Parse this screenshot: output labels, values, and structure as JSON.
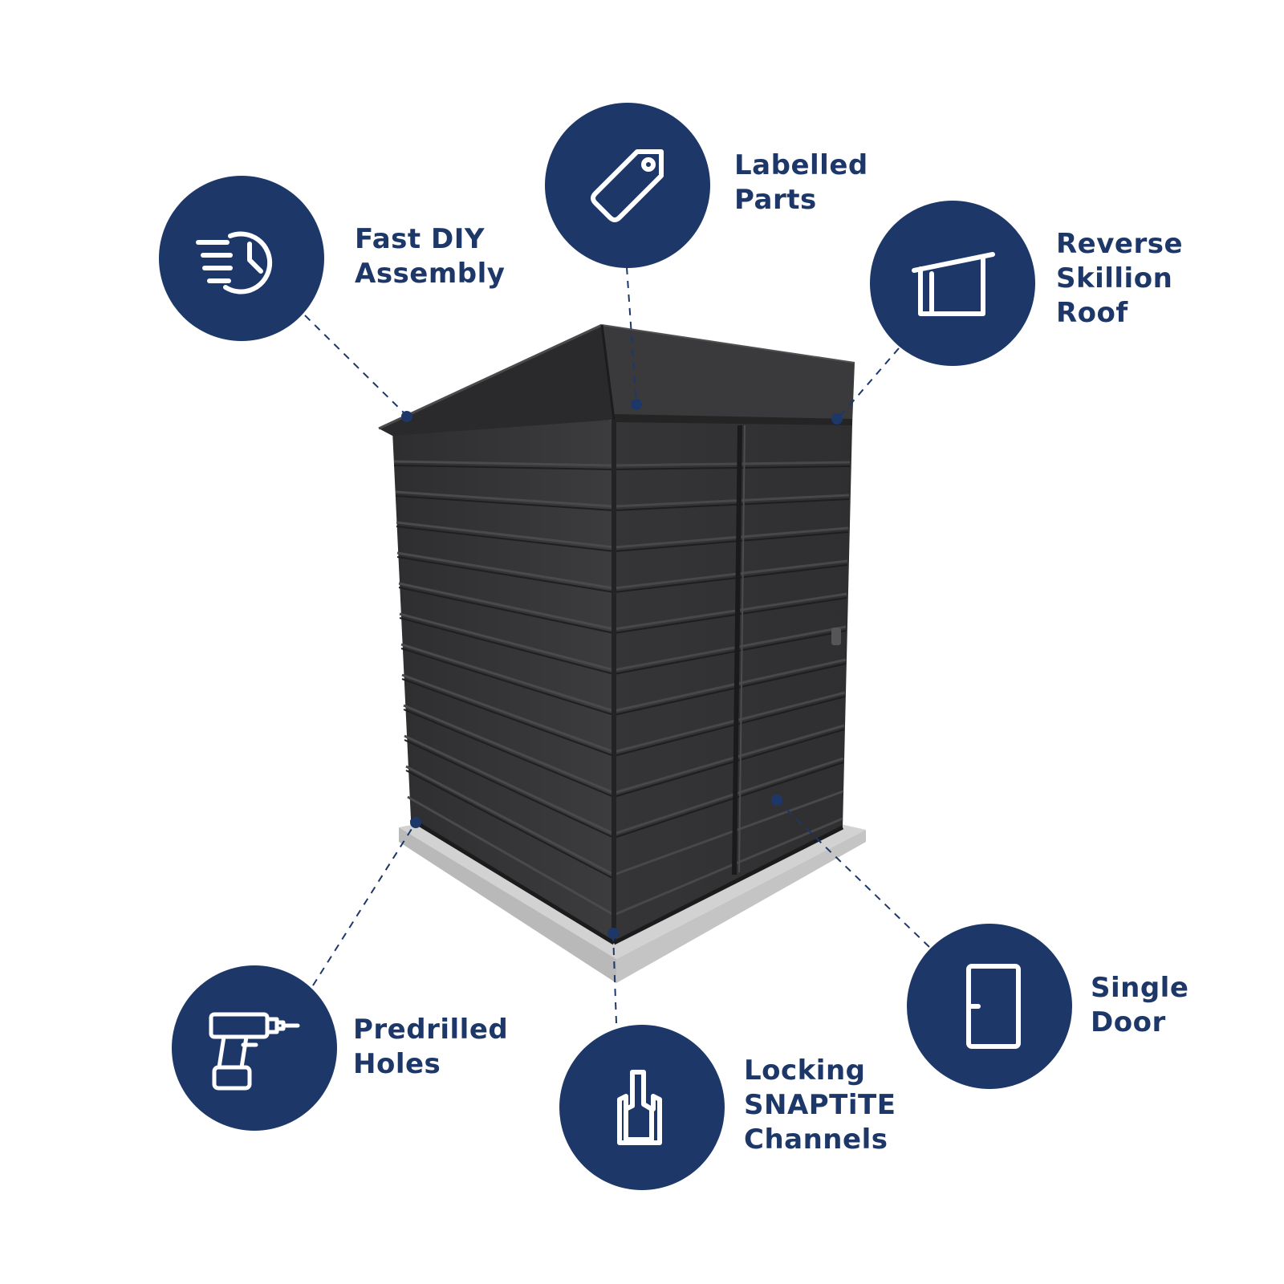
{
  "colors": {
    "badge": "#1d3868",
    "label": "#1d3868",
    "shed": "#3a3a3b",
    "slab": "#cfcfcf"
  },
  "features": {
    "fast_diy": {
      "icon": "stopwatch-speed-icon",
      "lines": [
        "Fast DIY",
        "Assembly"
      ]
    },
    "labelled": {
      "icon": "price-tag-icon",
      "lines": [
        "Labelled",
        "Parts"
      ]
    },
    "roof": {
      "icon": "skillion-roof-icon",
      "lines": [
        "Reverse",
        "Skillion",
        "Roof"
      ]
    },
    "holes": {
      "icon": "power-drill-icon",
      "lines": [
        "Predrilled",
        "Holes"
      ]
    },
    "channels": {
      "icon": "snaptite-channel-icon",
      "lines": [
        "Locking",
        "SNAPTiTE",
        "Channels"
      ]
    },
    "door": {
      "icon": "door-icon",
      "lines": [
        "Single",
        "Door"
      ]
    }
  }
}
